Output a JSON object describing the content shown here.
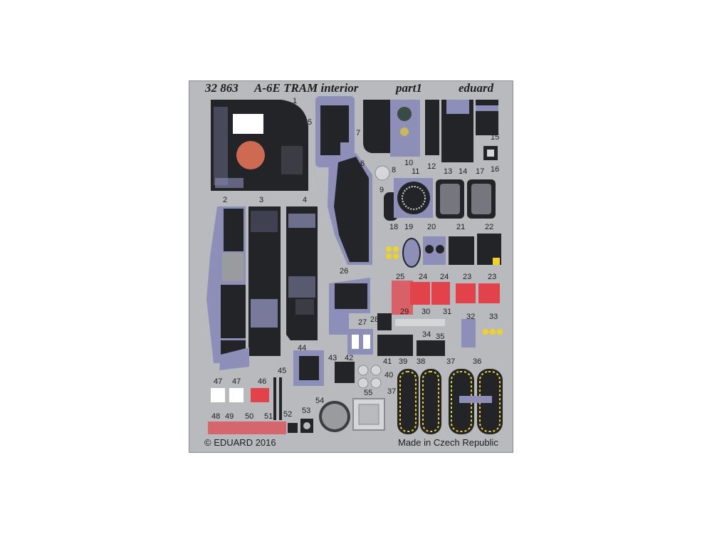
{
  "header": {
    "code": "32 863",
    "title": "A-6E TRAM interior",
    "part": "part1",
    "brand": "eduard"
  },
  "footer": {
    "copyright": "© EDUARD 2016",
    "origin": "Made in Czech Republic"
  },
  "part_numbers": [
    "1",
    "2",
    "3",
    "4",
    "5",
    "6",
    "7",
    "8",
    "9",
    "10",
    "11",
    "12",
    "13",
    "14",
    "15",
    "16",
    "17",
    "18",
    "19",
    "20",
    "21",
    "22",
    "23",
    "23",
    "24",
    "24",
    "25",
    "26",
    "27",
    "28",
    "29",
    "30",
    "31",
    "32",
    "33",
    "34",
    "35",
    "36",
    "37",
    "37",
    "38",
    "39",
    "40",
    "41",
    "42",
    "43",
    "44",
    "45",
    "46",
    "47",
    "47",
    "48",
    "49",
    "50",
    "51",
    "52",
    "53",
    "54",
    "55"
  ],
  "colors": {
    "fret": "#b9babd",
    "panel_dark": "#232428",
    "panel_purple": "#8e8fb8",
    "placard_red": "#e2434b",
    "accent_orange": "#cf6a52",
    "accent_yellow": "#f2d21e",
    "label_ink": "#1e1e1e"
  }
}
